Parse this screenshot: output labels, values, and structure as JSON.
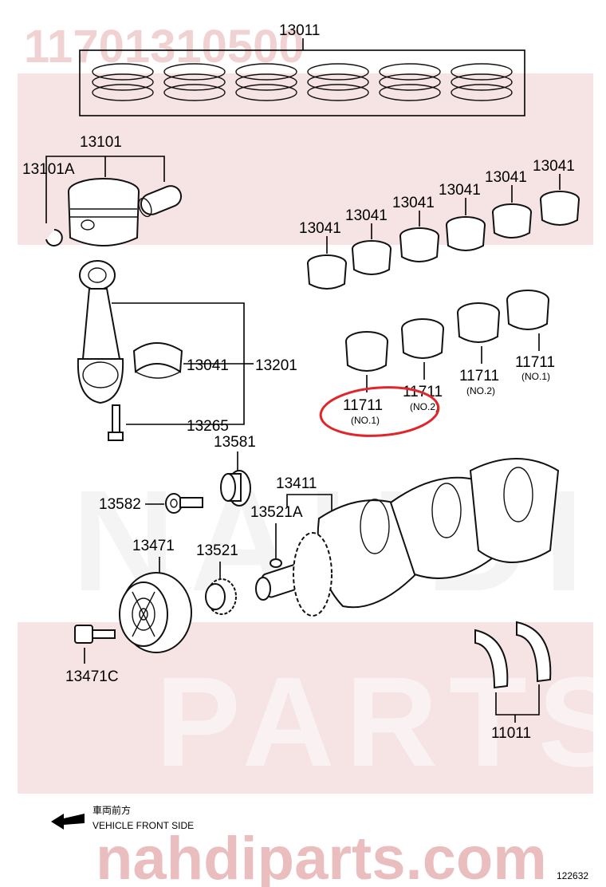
{
  "watermark": {
    "part_number": "11701310500",
    "brand_site": "nahdiparts.com",
    "nahdi": "NAHDI",
    "parts": "PARTS",
    "color": "#c0393b"
  },
  "labels": {
    "piston_ring_set": "13011",
    "piston_sub_assy": "13101",
    "snap_ring": "13101A",
    "bearing_1": "13041",
    "bearing_2": "13041",
    "bearing_3": "13041",
    "bearing_4": "13041",
    "bearing_5": "13041",
    "bearing_6": "13041",
    "conrod_bearing": "13041",
    "conrod_assy": "13201",
    "conrod_bolt": "13265",
    "main_bearing_a": "11711",
    "main_bearing_a_sub": "(NO.1)",
    "main_bearing_b": "11711",
    "main_bearing_b_sub": "(NO.2)",
    "main_bearing_c": "11711",
    "main_bearing_c_sub": "(NO.2)",
    "main_bearing_d": "11711",
    "main_bearing_d_sub": "(NO.1)",
    "gear_bolt": "13581",
    "washer_bolt": "13582",
    "crankshaft": "13411",
    "crank_key": "13521A",
    "pulley": "13471",
    "crank_gear": "13521",
    "pulley_bolt": "13471C",
    "thrust_washer": "11011"
  },
  "direction": {
    "japanese": "車両前方",
    "english": "VEHICLE FRONT SIDE"
  },
  "figure_code": "122632",
  "highlight_color": "#e0262b"
}
